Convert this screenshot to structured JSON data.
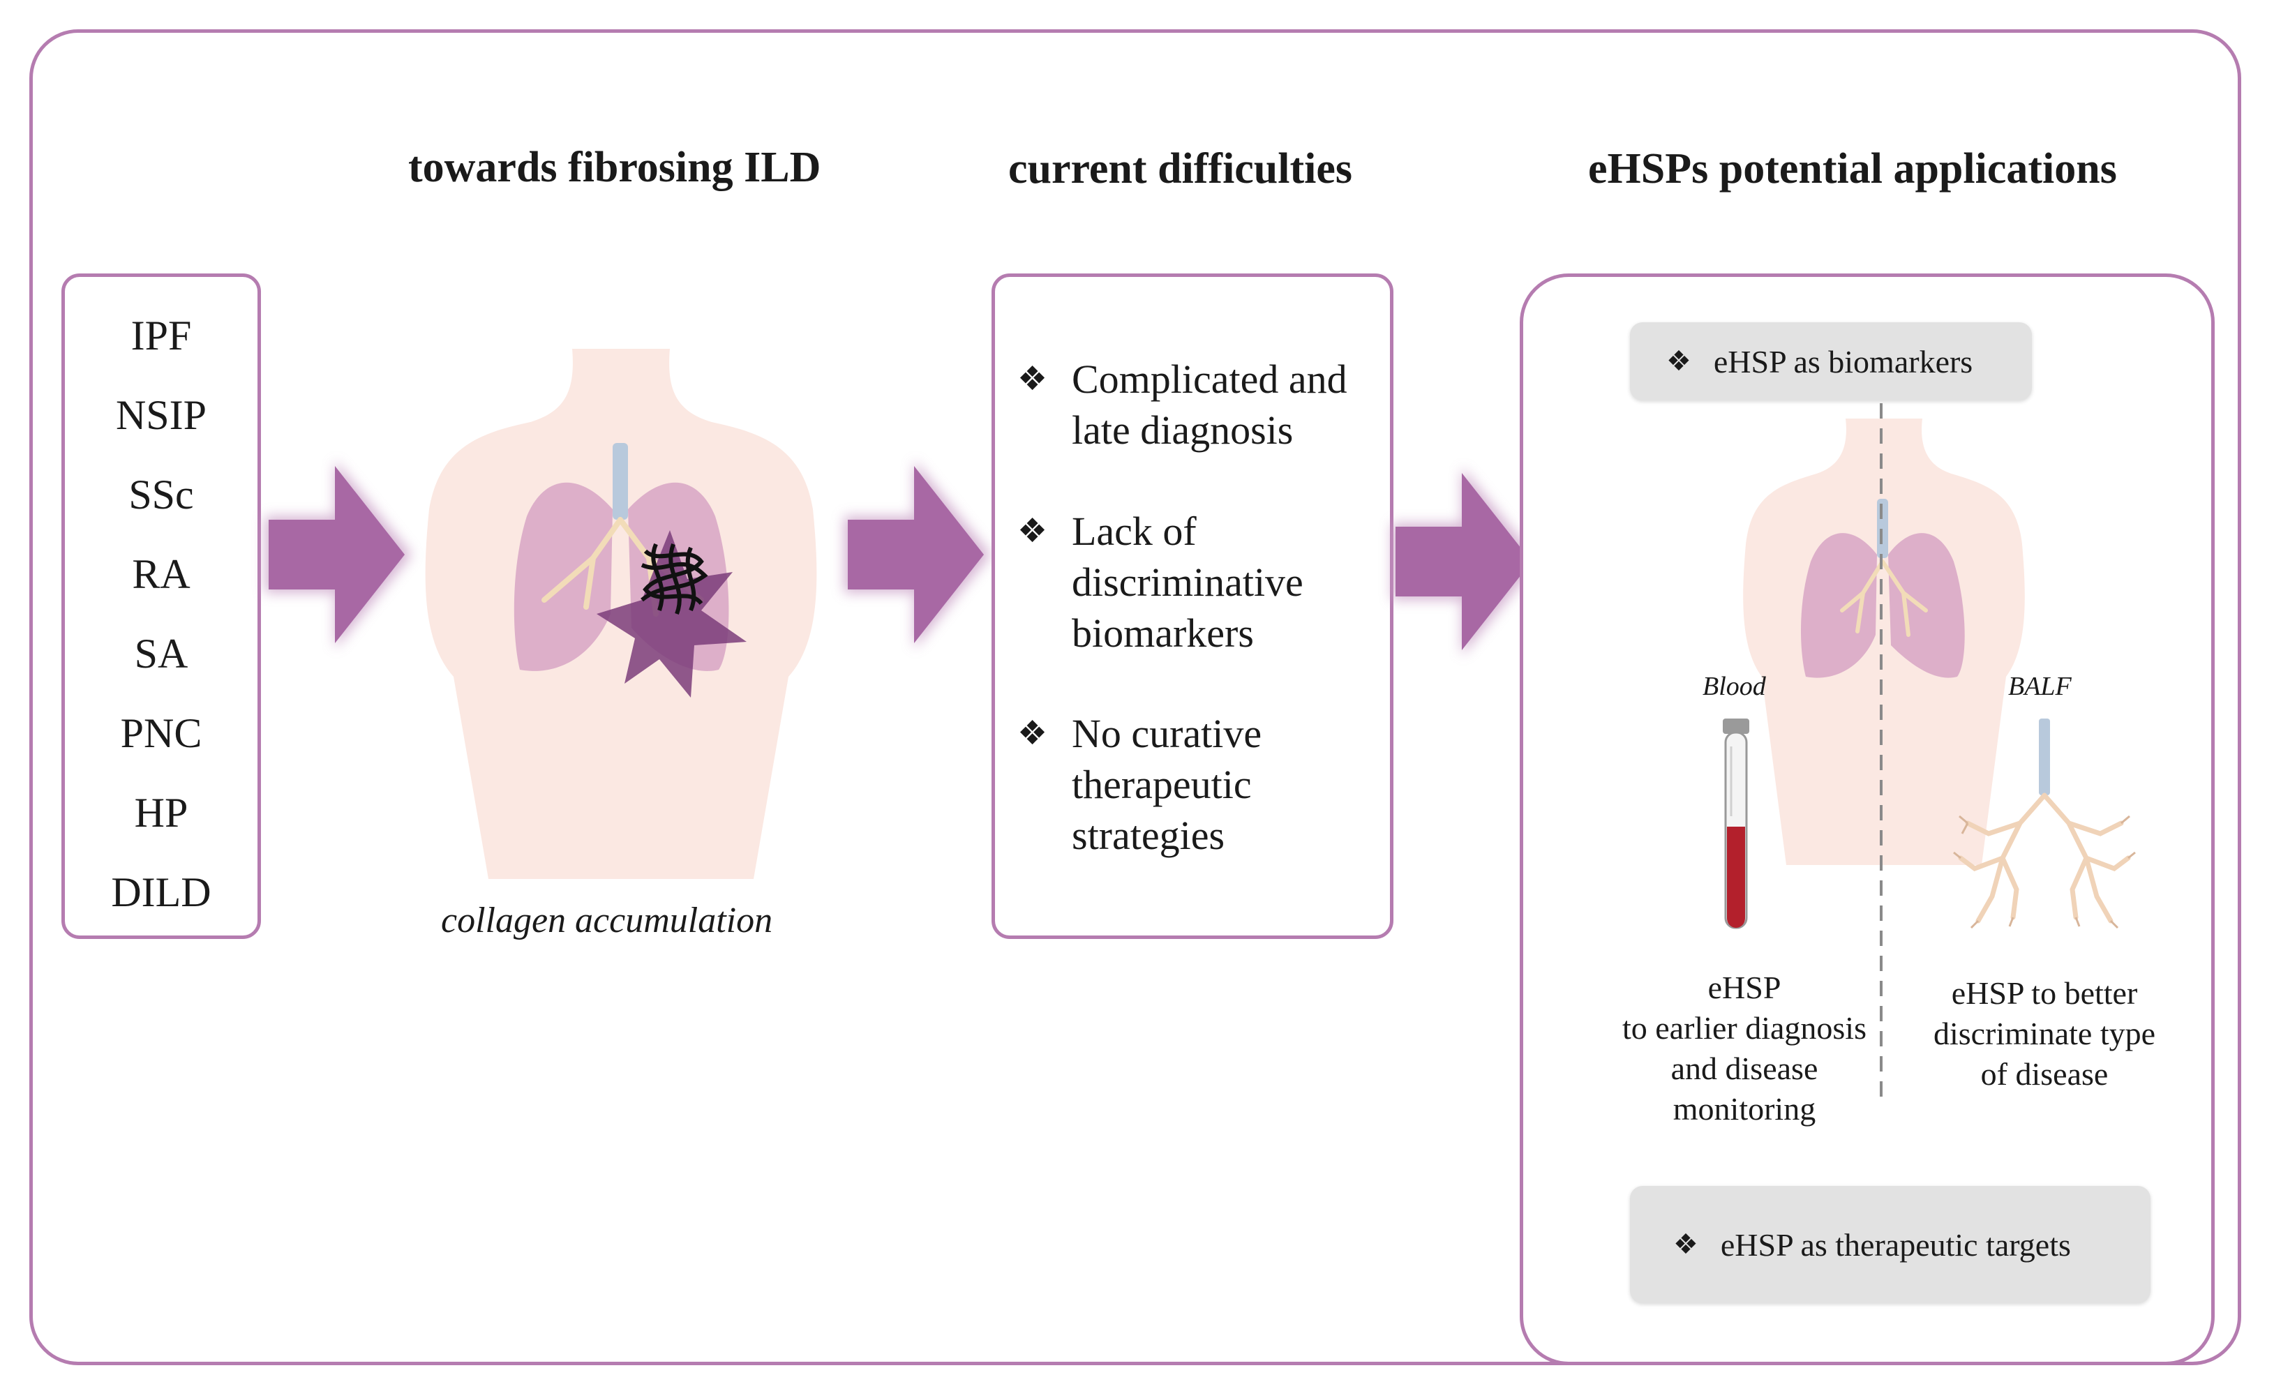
{
  "headings": {
    "col1": "towards fibrosing ILD",
    "col2": "current difficulties",
    "col3": "eHSPs potential applications"
  },
  "ild_types": [
    "IPF",
    "NSIP",
    "SSc",
    "RA",
    "SA",
    "PNC",
    "HP",
    "DILD"
  ],
  "collagen_caption": "collagen accumulation",
  "difficulties": [
    {
      "bullet": "❖",
      "text": "Complicated and\nlate diagnosis"
    },
    {
      "bullet": "❖",
      "text": "Lack of\ndiscriminative\nbiomarkers"
    },
    {
      "bullet": "❖",
      "text": "No curative\ntherapeutic\nstrategies"
    }
  ],
  "applications": {
    "biomarkers_pill": {
      "bullet": "❖",
      "text": "eHSP as biomarkers"
    },
    "blood_label": "Blood",
    "balf_label": "BALF",
    "blood_caption": "eHSP\nto earlier diagnosis\nand disease\nmonitoring",
    "balf_caption": "eHSP to better\ndiscriminate type\nof disease",
    "therapeutic_pill": {
      "bullet": "❖",
      "text": "eHSP as therapeutic targets"
    }
  },
  "colors": {
    "border": "#b57cb0",
    "arrow": "#a868a4",
    "torso": "#fbe8e2",
    "lung": "#d9a8c6",
    "blood": "#b3202c",
    "pill": "#e2e2e2"
  }
}
